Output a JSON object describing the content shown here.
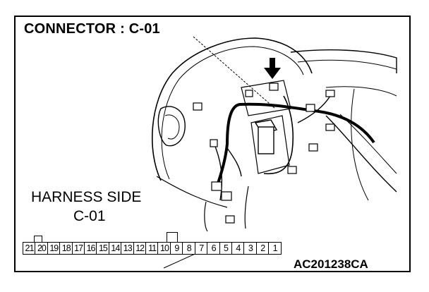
{
  "diagram": {
    "title": "CONNECTOR : C-01",
    "harness_label_line1": "HARNESS SIDE",
    "harness_label_line2": "C-01",
    "figure_id": "AC201238CA",
    "connector_pins": [
      "21",
      "20",
      "19",
      "18",
      "17",
      "16",
      "15",
      "14",
      "13",
      "12",
      "11",
      "10",
      "9",
      "8",
      "7",
      "6",
      "5",
      "4",
      "3",
      "2",
      "1"
    ]
  },
  "colors": {
    "line": "#000000",
    "background": "#ffffff"
  }
}
